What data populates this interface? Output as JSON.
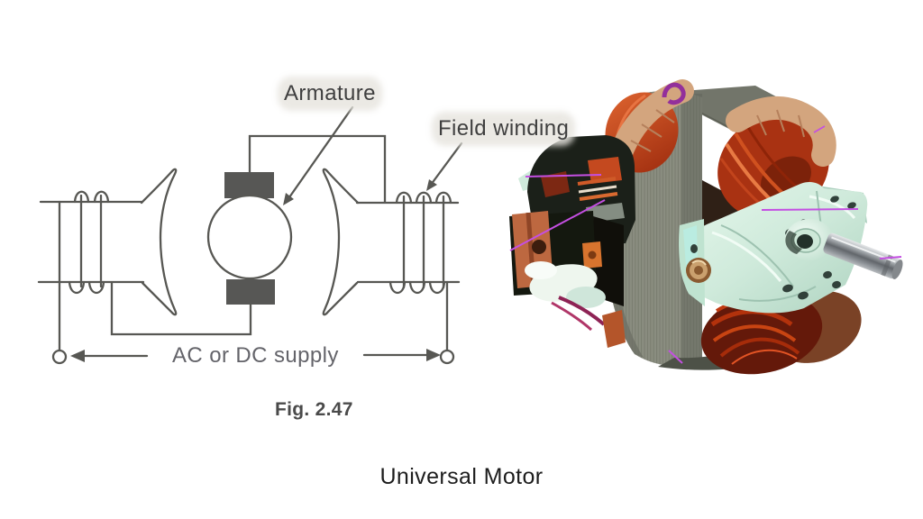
{
  "page": {
    "background_color": "#ffffff",
    "caption": "Universal Motor"
  },
  "schematic": {
    "labels": {
      "armature": "Armature",
      "field_winding": "Field winding",
      "supply": "AC or DC supply",
      "figure": "Fig. 2.47"
    },
    "colors": {
      "line": "#4f4f4a",
      "brush_fill": "#4f4f4c",
      "text": "#3f3f3f",
      "label_halo": "#e7e5df"
    }
  },
  "photo": {
    "description": "Photograph of a universal motor with copper field windings, gray laminated stator core, mint-green end bracket and output shaft, overlaid with magenta annotation lines",
    "colors": {
      "stator_gray": "#8a8d80",
      "stator_top_gray": "#72756a",
      "copper_winding": "#c2441c",
      "tape_tan": "#d3a57e",
      "bracket_mint": "#cfeadb",
      "coil_dark_red": "#7c2410",
      "shaft_silver": "#aab0b4",
      "black_parts": "#1b2019",
      "copper_terminal": "#bd6840",
      "annotation_magenta": "#c44fe2"
    }
  }
}
